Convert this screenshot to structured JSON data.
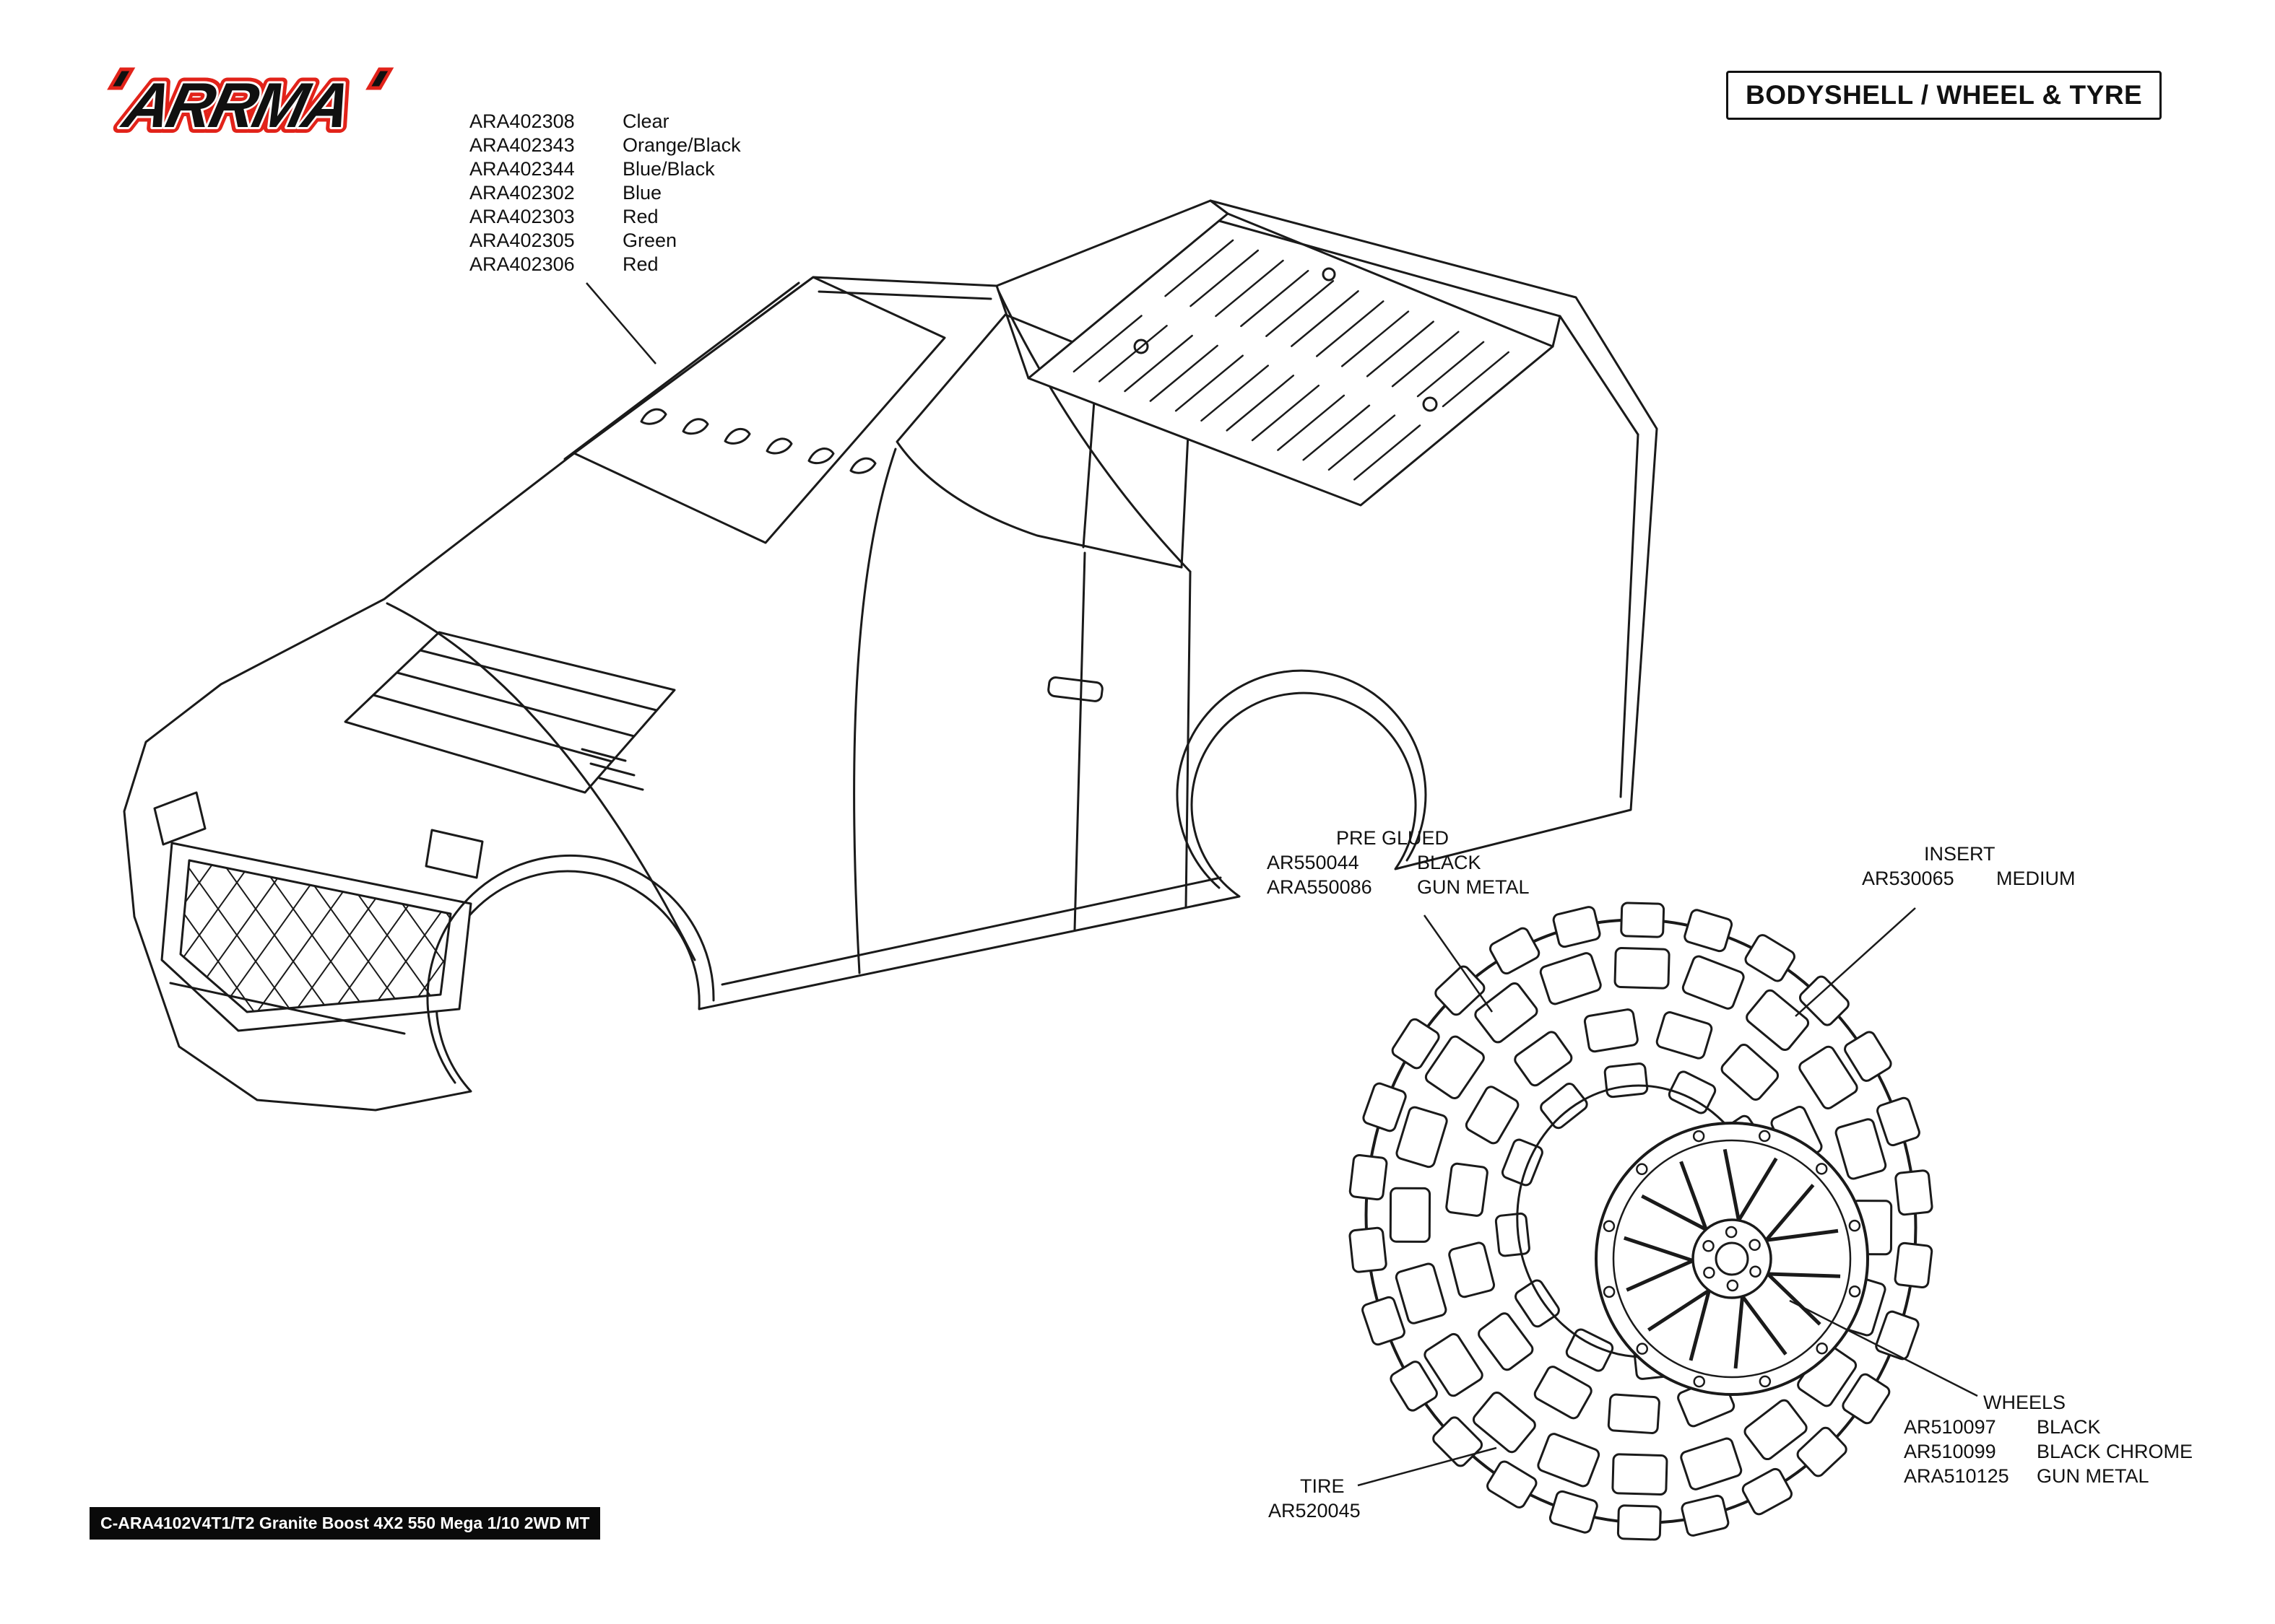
{
  "header": {
    "brand": "ARRMA",
    "title": "BODYSHELL / WHEEL & TYRE"
  },
  "bodyshell_parts": {
    "rows": [
      {
        "part": "ARA402308",
        "desc": "Clear"
      },
      {
        "part": "ARA402343",
        "desc": "Orange/Black"
      },
      {
        "part": "ARA402344",
        "desc": "Blue/Black"
      },
      {
        "part": "ARA402302",
        "desc": "Blue"
      },
      {
        "part": "ARA402303",
        "desc": "Red"
      },
      {
        "part": "ARA402305",
        "desc": "Green"
      },
      {
        "part": "ARA402306",
        "desc": "Red"
      }
    ]
  },
  "callouts": {
    "pre_glued": {
      "title": "PRE GLUED",
      "rows": [
        {
          "part": "AR550044",
          "desc": "BLACK"
        },
        {
          "part": "ARA550086",
          "desc": "GUN METAL"
        }
      ]
    },
    "insert": {
      "title": "INSERT",
      "rows": [
        {
          "part": "AR530065",
          "desc": "MEDIUM"
        }
      ]
    },
    "wheels": {
      "title": "WHEELS",
      "rows": [
        {
          "part": "AR510097",
          "desc": "BLACK"
        },
        {
          "part": "AR510099",
          "desc": "BLACK CHROME"
        },
        {
          "part": "ARA510125",
          "desc": "GUN METAL"
        }
      ]
    },
    "tire": {
      "title": "TIRE",
      "rows": [
        {
          "part": "AR520045",
          "desc": ""
        }
      ]
    }
  },
  "footer": {
    "text": "C-ARA4102V4T1/T2 Granite Boost 4X2 550 Mega 1/10 2WD MT"
  },
  "colors": {
    "accent_red": "#e2231a",
    "line": "#1a1a1a"
  }
}
